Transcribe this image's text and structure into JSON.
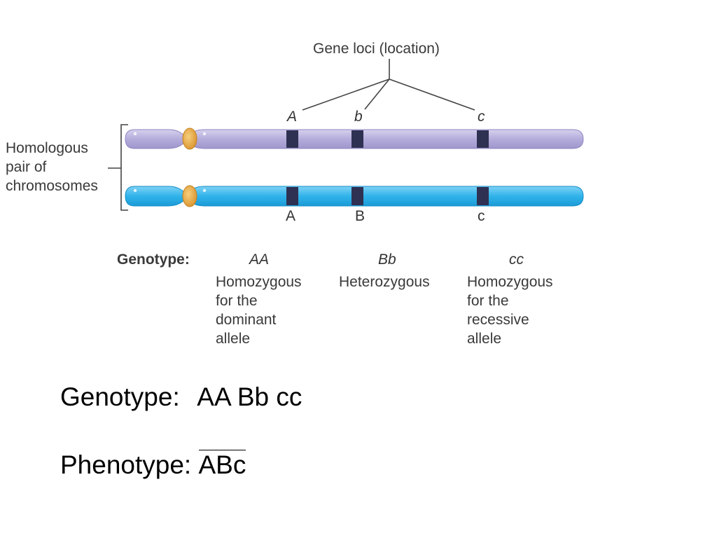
{
  "colors": {
    "chromosome_top": "#b7b0dc",
    "chromosome_bottom": "#34b4ea",
    "centromere": "#e3a33b",
    "band": "#2f3152",
    "line": "#444444"
  },
  "figure": {
    "gene_loci_label": "Gene loci (location)",
    "homologous_label": [
      "Homologous",
      "pair of",
      "chromosomes"
    ],
    "top_alleles": [
      "A",
      "b",
      "c"
    ],
    "bottom_alleles": [
      "A",
      "B",
      "c"
    ],
    "genotype_heading": "Genotype:",
    "genotypes": [
      {
        "code": "AA",
        "desc": [
          "Homozygous",
          "for the",
          "dominant",
          "allele"
        ]
      },
      {
        "code": "Bb",
        "desc": [
          "Heterozygous"
        ]
      },
      {
        "code": "cc",
        "desc": [
          "Homozygous",
          "for the",
          "recessive",
          "allele"
        ]
      }
    ]
  },
  "summary": {
    "genotype_label": "Genotype:",
    "genotype_value": "AA Bb cc",
    "phenotype_label": "Phenotype:",
    "phenotype_value": "ABc"
  }
}
